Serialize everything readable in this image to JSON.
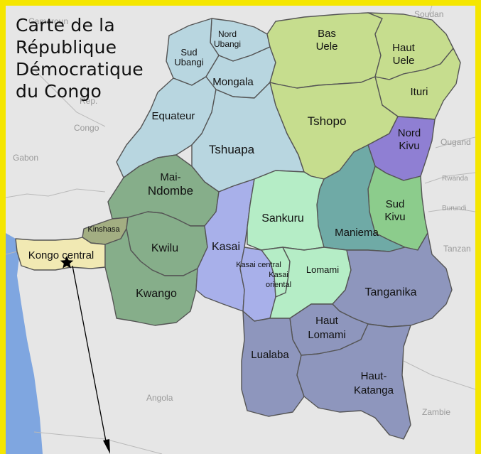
{
  "title": {
    "line1": "Carte de la",
    "line2": "République",
    "line3": "Démocratique",
    "line4": "du Congo"
  },
  "colors": {
    "frame": "#f5e600",
    "background": "#e6e6e6",
    "water": "#7fa6e0",
    "north_blue": "#b8d6e0",
    "yellow_green": "#c6dd8e",
    "purple": "#8f7fd3",
    "sud_kivu": "#8ccc8c",
    "teal": "#6faaa6",
    "mint": "#b5edc6",
    "lavender": "#a8b0ea",
    "sage": "#86ae8a",
    "olive": "#a3ae82",
    "beige": "#f1e9b3",
    "slate": "#8e96bd"
  },
  "neighbors": {
    "soudan": "Soudan",
    "cameroun": "Cameroun",
    "rep_congo_1": "Rep.",
    "rep_congo_2": "Congo",
    "gabon": "Gabon",
    "ouganda": "Ougand",
    "rwanda": "Rwanda",
    "burundi": "Burundi",
    "tanzanie": "Tanzan",
    "angola": "Angola",
    "zambie": "Zambie"
  },
  "provinces": {
    "nord_ubangi_1": "Nord",
    "nord_ubangi_2": "Ubangi",
    "sud_ubangi_1": "Sud",
    "sud_ubangi_2": "Ubangi",
    "mongala": "Mongala",
    "equateur": "Equateur",
    "tshuapa": "Tshuapa",
    "bas_uele_1": "Bas",
    "bas_uele_2": "Uele",
    "haut_uele_1": "Haut",
    "haut_uele_2": "Uele",
    "ituri": "Ituri",
    "tshopo": "Tshopo",
    "nord_kivu_1": "Nord",
    "nord_kivu_2": "Kivu",
    "sud_kivu_1": "Sud",
    "sud_kivu_2": "Kivu",
    "maniema": "Maniema",
    "mai_ndombe_1": "Mai-",
    "mai_ndombe_2": "Ndombe",
    "kinshasa": "Kinshasa",
    "kongo_central": "Kongo central",
    "kwilu": "Kwilu",
    "kwango": "Kwango",
    "kasai": "Kasai",
    "sankuru": "Sankuru",
    "kasai_central": "Kasai central",
    "kasai_oriental_1": "Kasai",
    "kasai_oriental_2": "oriental",
    "lomami": "Lomami",
    "tanganika": "Tanganika",
    "haut_lomami_1": "Haut",
    "haut_lomami_2": "Lomami",
    "lualaba": "Lualaba",
    "haut_katanga_1": "Haut-",
    "haut_katanga_2": "Katanga"
  },
  "marker": {
    "icon": "star-icon"
  }
}
